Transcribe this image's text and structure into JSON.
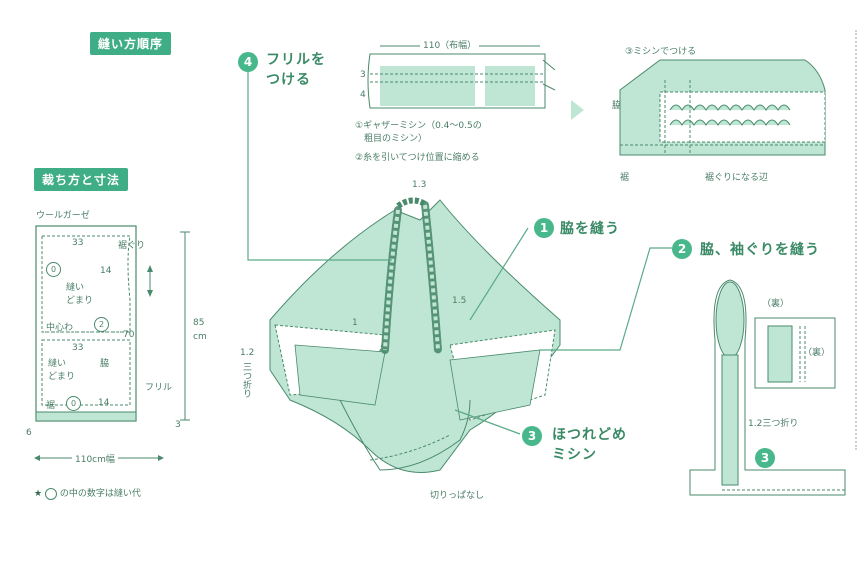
{
  "headers": {
    "sewing_order": "縫い方順序",
    "cutting": "裁ち方と寸法"
  },
  "fabric": {
    "name": "ウールガーゼ",
    "hem_label": "裾ぐり",
    "dim_33_top": "33",
    "dim_14_top": "14",
    "seam_stop_1": "縫い\nどまり",
    "center_wa": "中心わ",
    "dim_33_mid": "33",
    "dim_70": "70",
    "seam_stop_2": "縫い\nどまり",
    "side_label": "脇",
    "hem_label2": "裾",
    "dim_14_bottom": "14",
    "frill_label": "フリル",
    "dim_85": "85",
    "unit_cm": "cm",
    "dim_6": "6",
    "dim_3": "3",
    "width": "110cm幅",
    "num_0": "0",
    "num_2": "2",
    "num_0b": "0",
    "note": "の中の数字は縫い代"
  },
  "steps": {
    "step1": {
      "num": "1",
      "label": "脇を縫う"
    },
    "step2": {
      "num": "2",
      "label": "脇、袖ぐりを縫う"
    },
    "step3": {
      "num": "3",
      "label": "ほつれどめ\nミシン"
    },
    "step4": {
      "num": "4",
      "label": "フリルを\nつける"
    }
  },
  "frill_detail": {
    "width": "110（布幅）",
    "dim_3": "3",
    "dim_4": "4",
    "note1": "①ギャザーミシン（0.4〜0.5の\n　粗目のミシン）",
    "note2": "②糸を引いてつけ位置に縮める",
    "machine_label": "③ミシンでつける",
    "side_label": "脇",
    "back_label": "裾",
    "hem_edge": "裾ぐりになる辺"
  },
  "main": {
    "dim_1_3": "1.3",
    "dim_1_5": "1.5",
    "dim_1": "1",
    "dim_1_2": "1.2",
    "triple_fold": "三つ折り",
    "cut_edge": "切りっぱなし"
  },
  "side_detail": {
    "back1": "（裏）",
    "back2": "（裏）",
    "fold": "1.2三つ折り",
    "num": "3"
  }
}
